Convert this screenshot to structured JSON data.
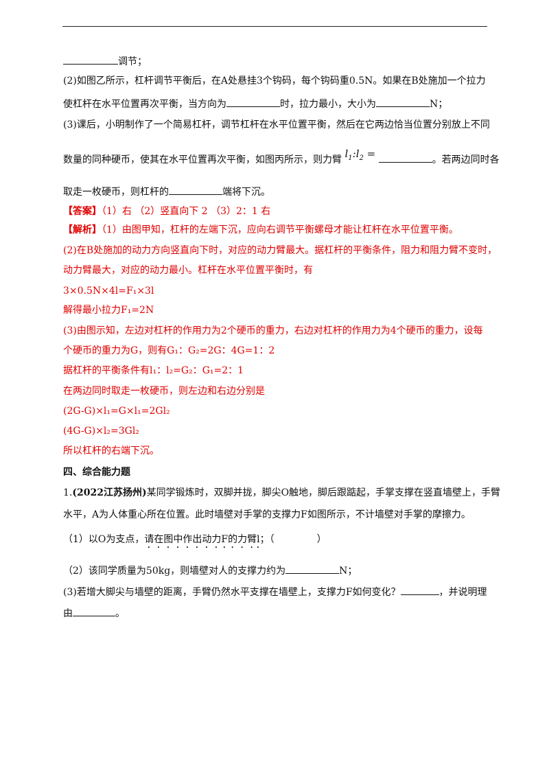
{
  "lines": {
    "l1": "调节；",
    "l2": "(2)如图乙所示，杠杆调节平衡后，在A处悬挂3个钩码，每个钩码重0.5N。如果在B处施加一个拉力",
    "l3a": "使杠杆在水平位置再次平衡，当方向为",
    "l3b": "时，拉力最小，大小为",
    "l3c": "N；",
    "l4": "(3)课后，小明制作了一个简易杠杆，调节杠杆在水平位置平衡，然后在它两边恰当位置分别放上不同",
    "l5a": "数量的同种硬币，使其在水平位置再次平衡，如图丙所示，则力臂",
    "l5b": "。若两边同时各",
    "l6a": "取走一枚硬币，则杠杆的",
    "l6b": "端将下沉。",
    "answer_label": "【答案】",
    "answer_text": "（1）右  （2）竖直向下  2  （3）2：1  右",
    "analysis_label": "【解析】",
    "analysis_text": "（1）由图甲知，杠杆的左端下沉，应向右调节平衡螺母才能让杠杆在水平位置平衡。",
    "r2": "(2)在B处施加的动力方向竖直向下时，对应的动力臂最大。据杠杆的平衡条件，阻力和阻力臂不变时，",
    "r3": "动力臂最大，对应的动力最小。杠杆在水平位置平衡时，有",
    "r4": "3×0.5N×4l=F₁×3l",
    "r5": "解得最小拉力F₁=2N",
    "r6": "(3)由图示知，左边对杠杆的作用力为2个硬币的重力，右边对杠杆的作用力为4个硬币的重力，设每",
    "r7": "个硬币的重力为G，则有G₁：G₂=2G：4G=1：2",
    "r8": "据杠杆的平衡条件有l₁：l₂=G₂：G₁=2：1",
    "r9": "在两边同时取走一枚硬币，则左边和右边分别是",
    "r10": "(2G-G)×l₁=G×l₁=2Gl₂",
    "r11": "(4G-G)×l₂=3Gl₂",
    "r12": "所以杠杆的右端下沉。",
    "section": "四、综合能力题",
    "q1a_num": "1.",
    "q1a_src": "(2022江苏扬州)",
    "q1a_text": "某同学锻炼时，双脚并拢，脚尖O触地，脚后跟踮起，手掌支撑在竖直墙壁上，手臂",
    "q1b": "水平，A为人体重心所在位置。此时墙壁对手掌的支撑力F如图所示，不计墙壁对手掌的摩擦力。",
    "q1c_a": "（1）以O为支点，",
    "q1c_b": "请在图中作出动力F的力臂l",
    "q1c_c": "；（",
    "q1c_d": "）",
    "q1d_a": "（2）该同学质量为50kg，则墙壁对人的支撑力约为",
    "q1d_b": "N；",
    "q1e_a": "(3)若增大脚尖与墙壁的距离，手臂仍然水平支撑在墙壁上，支撑力F如何变化？",
    "q1e_b": "，并说明理",
    "q1f_a": "由",
    "q1f_b": "。"
  },
  "ratio": {
    "l1": "l",
    "s1": "1",
    "colon": ":",
    "l2": "l",
    "s2": "2",
    "eq": " ="
  }
}
